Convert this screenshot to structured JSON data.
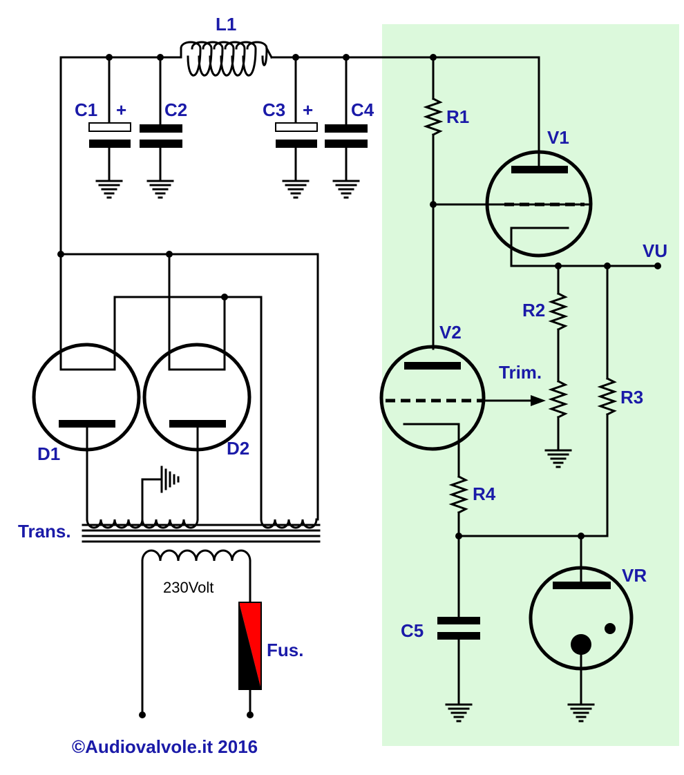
{
  "labels": {
    "L1": "L1",
    "C1": "C1",
    "C2": "C2",
    "C3": "C3",
    "C4": "C4",
    "C5": "C5",
    "R1": "R1",
    "R2": "R2",
    "R3": "R3",
    "R4": "R4",
    "V1": "V1",
    "V2": "V2",
    "VR": "VR",
    "VU": "VU",
    "D1": "D1",
    "D2": "D2",
    "trim": "Trim.",
    "trans": "Trans.",
    "fus": "Fus.",
    "mains": "230Volt",
    "plus": "+"
  },
  "copyright": "©Audiovalvole.it 2016",
  "colors": {
    "label": "#1a1aa8",
    "highlight": "#dcf9dc",
    "fuse_red": "#ff0000",
    "fuse_black": "#000000"
  }
}
